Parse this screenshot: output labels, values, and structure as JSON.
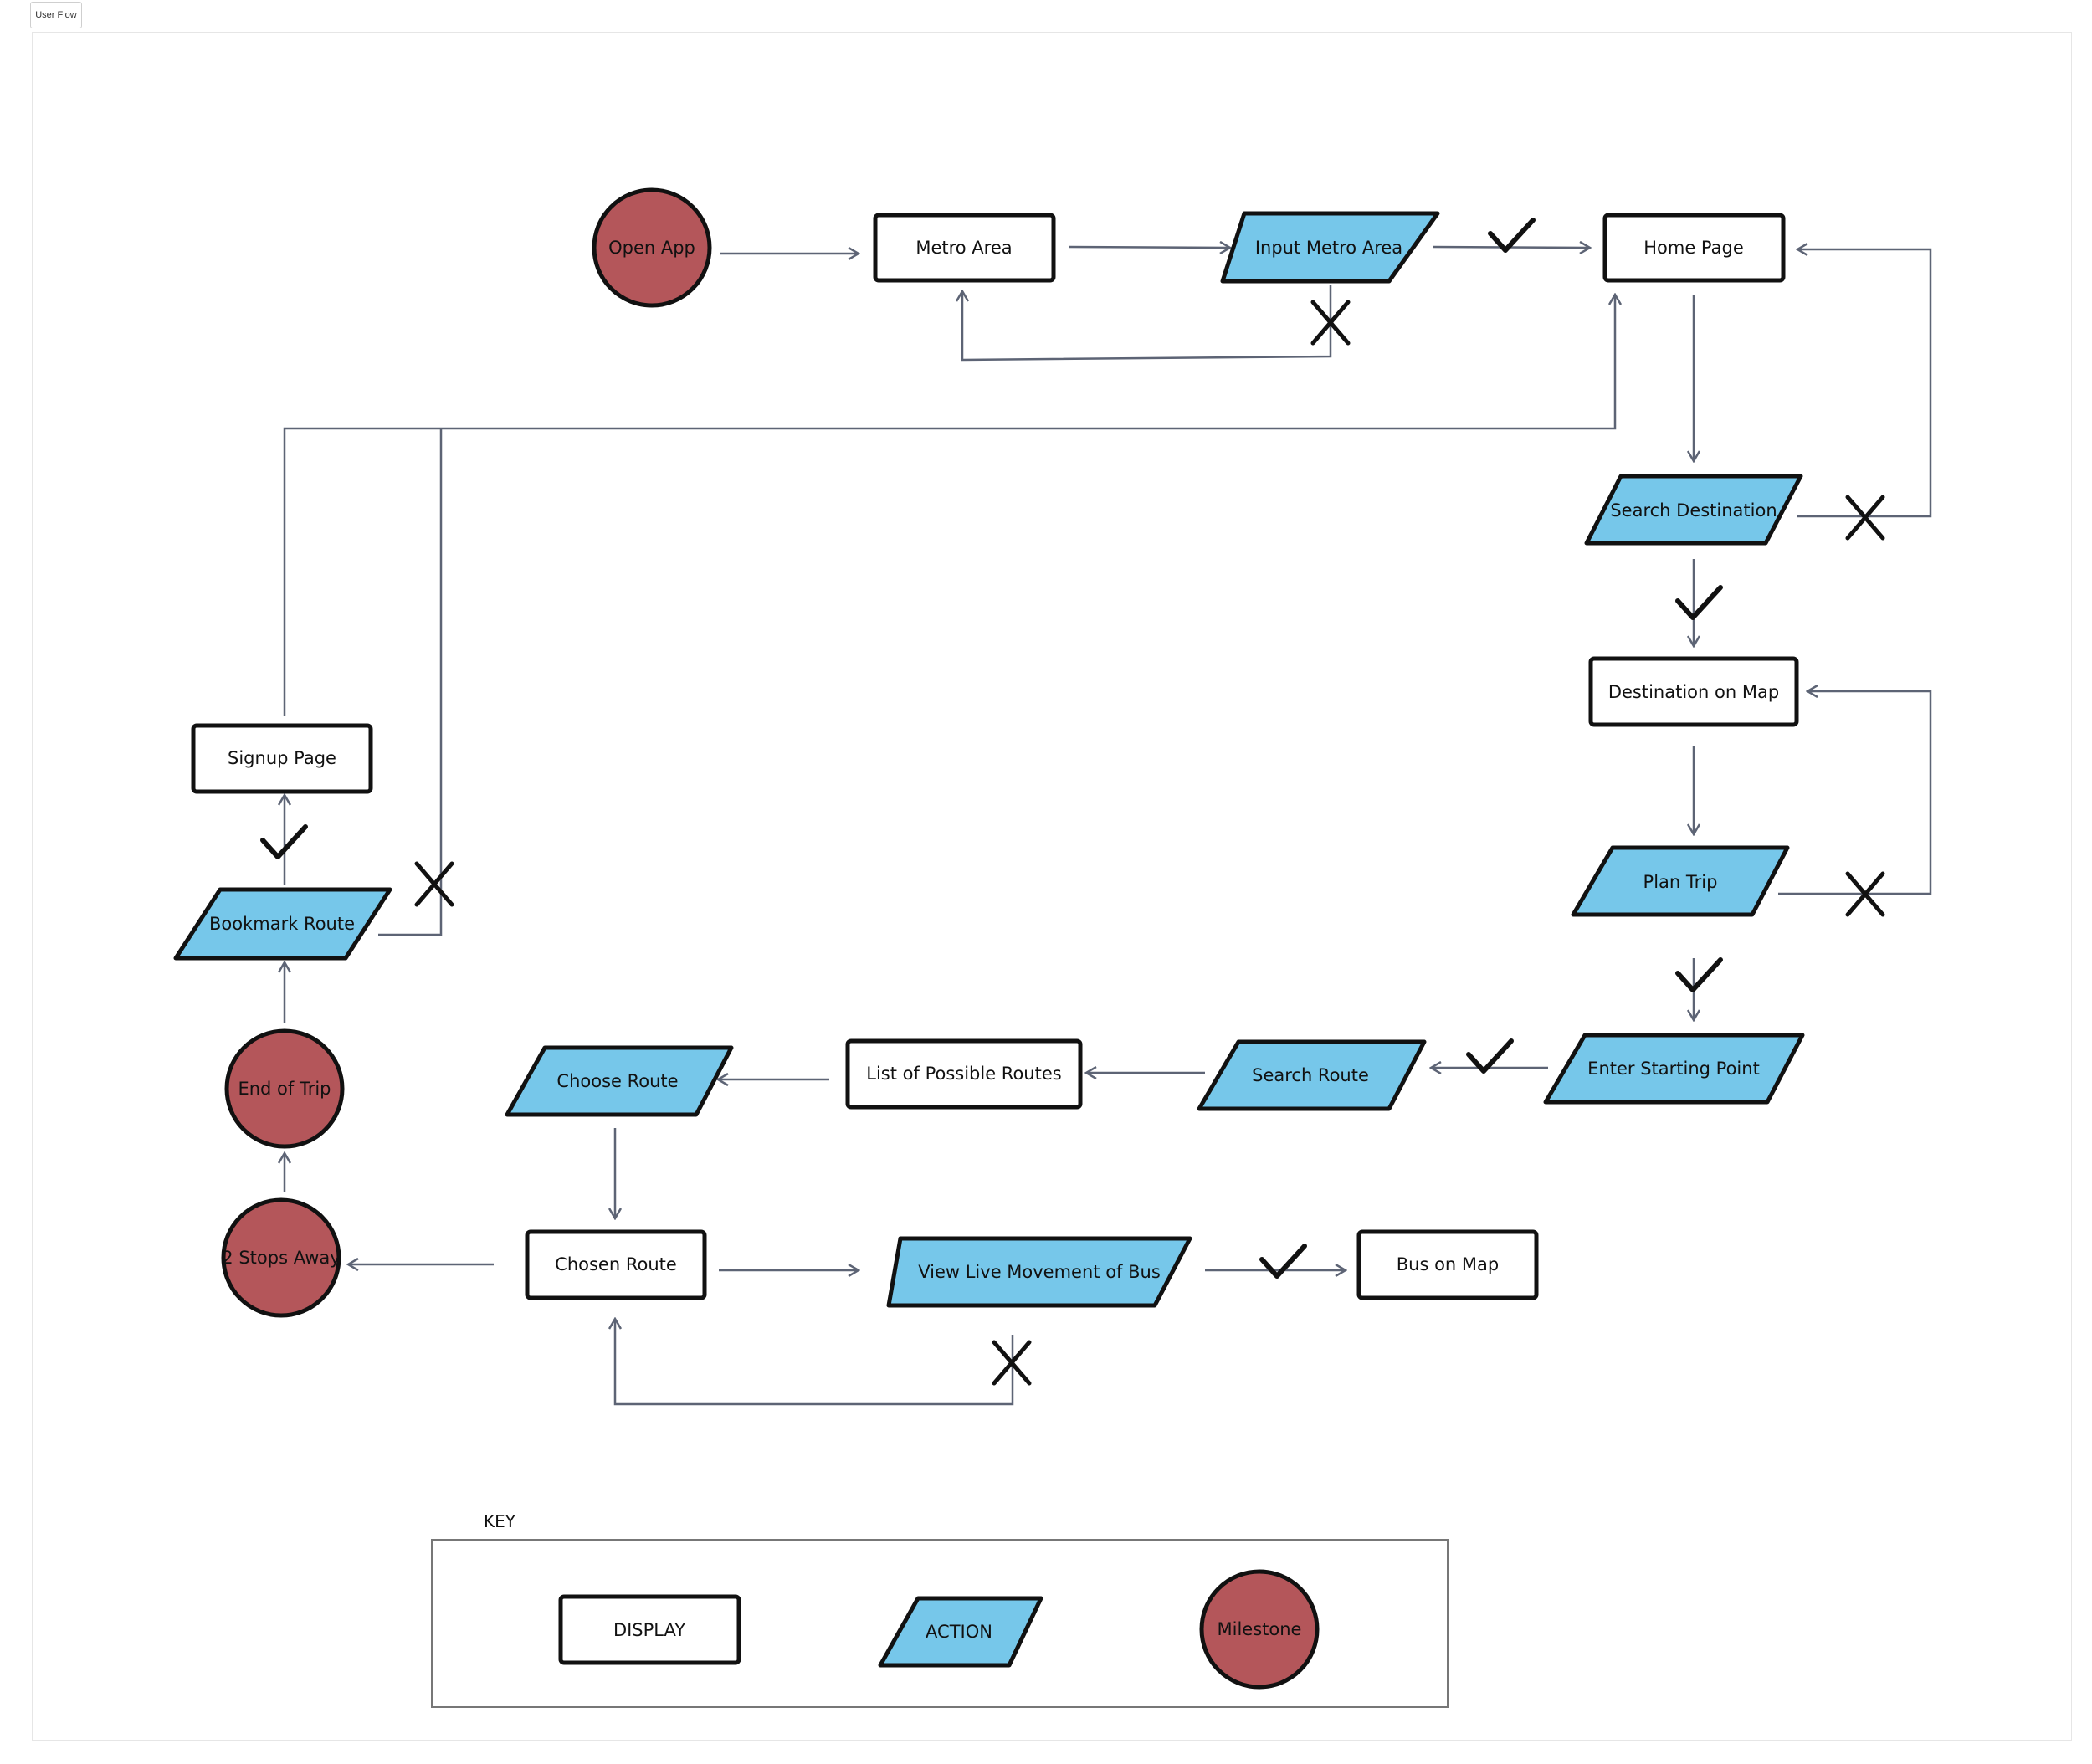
{
  "tab": {
    "label": "User Flow"
  },
  "colors": {
    "action": "#76c7ea",
    "milestone": "#b4565a",
    "display": "#ffffff",
    "connector": "#5d6475"
  },
  "nodes": {
    "open_app": "Open App",
    "metro_area": "Metro Area",
    "input_metro_area": "Input Metro Area",
    "home_page": "Home Page",
    "search_destination": "Search Destination",
    "destination_on_map": "Destination on Map",
    "plan_trip": "Plan Trip",
    "enter_starting_point": "Enter Starting Point",
    "search_route": "Search Route",
    "list_of_possible_routes": "List of Possible Routes",
    "choose_route": "Choose Route",
    "chosen_route": "Chosen Route",
    "view_live_movement": "View Live Movement of Bus",
    "bus_on_map": "Bus on Map",
    "two_stops_away": "2 Stops Away",
    "end_of_trip": "End of Trip",
    "bookmark_route": "Bookmark Route",
    "signup_page": "Signup Page"
  },
  "key": {
    "title": "KEY",
    "display": "DISPLAY",
    "action": "ACTION",
    "milestone": "Milestone"
  }
}
